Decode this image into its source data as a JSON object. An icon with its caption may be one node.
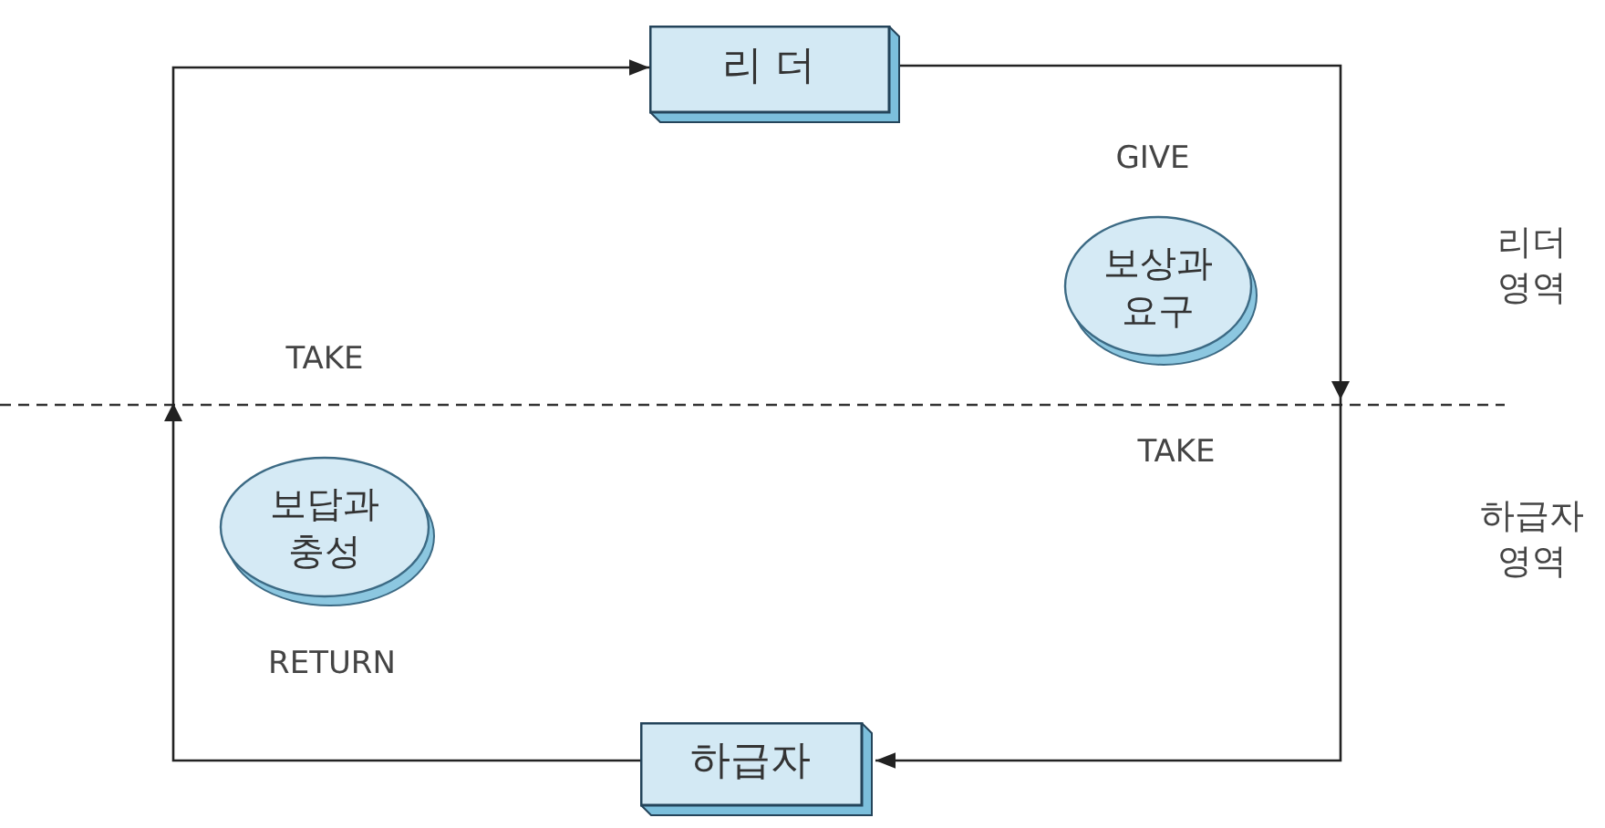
{
  "diagram": {
    "nodes": [
      {
        "text": [
          "리 더"
        ]
      },
      {
        "text": [
          "하급자"
        ]
      },
      {
        "text": [
          "보상과 요구"
        ],
        "beside": [
          "GIVE"
        ]
      },
      {
        "text": [
          "보답과 충성"
        ],
        "beside": [
          "RETURN"
        ]
      }
    ],
    "edges": [
      {
        "from": 0,
        "to": 1,
        "arrow": "to"
      },
      {
        "from": 1,
        "to": 0,
        "arrow": "to"
      }
    ],
    "labels": [
      "TAKE",
      "TAKE",
      "리더 영역",
      "하급자 영역"
    ]
  }
}
